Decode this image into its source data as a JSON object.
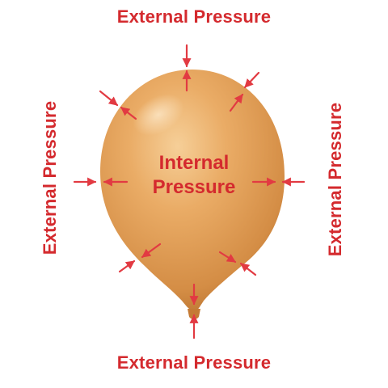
{
  "labels": {
    "top": "External Pressure",
    "bottom": "External Pressure",
    "left": "External Pressure",
    "right": "External Pressure",
    "center_line1": "Internal",
    "center_line2": "Pressure"
  },
  "colors": {
    "label_red": "#d42a2e",
    "arrow_red": "#e23a42",
    "balloon_main": "#e8a35c",
    "balloon_dark": "#c9813e",
    "balloon_highlight": "#f6cf98",
    "background": "#ffffff"
  }
}
